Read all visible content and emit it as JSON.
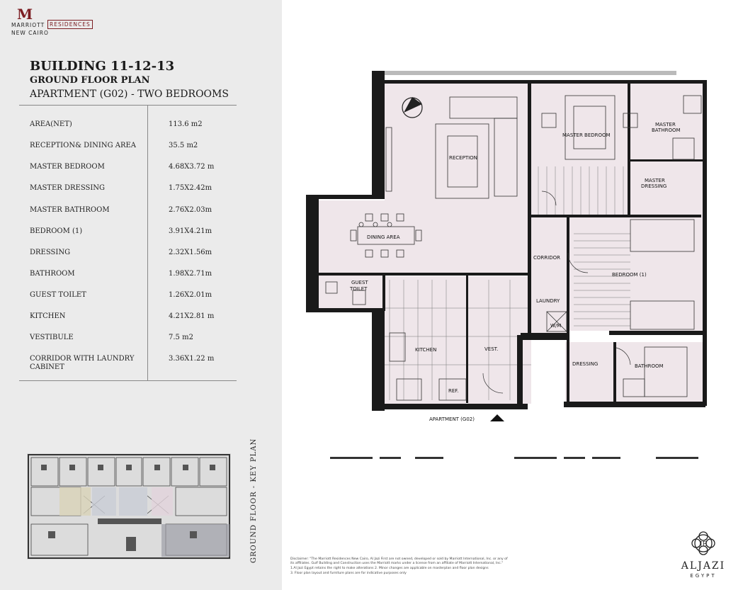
{
  "brand": {
    "logo_mark": "M",
    "brand_line": "MARRIOTT",
    "brand_box": "RESIDENCES",
    "city": "NEW CAIRO"
  },
  "heading": {
    "title": "BUILDING 11-12-13",
    "subtitle": "GROUND FLOOR PLAN",
    "apartment": "APARTMENT (G02) - TWO BEDROOMS"
  },
  "areas": [
    {
      "label": "AREA(NET)",
      "value": "113.6 m2"
    },
    {
      "label": "RECEPTION& DINING AREA",
      "value": "35.5 m2"
    },
    {
      "label": "MASTER BEDROOM",
      "value": "4.68X3.72 m"
    },
    {
      "label": "MASTER DRESSING",
      "value": "1.75X2.42m"
    },
    {
      "label": "MASTER BATHROOM",
      "value": "2.76X2.03m"
    },
    {
      "label": "BEDROOM (1)",
      "value": "3.91X4.21m"
    },
    {
      "label": "DRESSING",
      "value": "2.32X1.56m"
    },
    {
      "label": "BATHROOM",
      "value": "1.98X2.71m"
    },
    {
      "label": "GUEST TOILET",
      "value": "1.26X2.01m"
    },
    {
      "label": "KITCHEN",
      "value": "4.21X2.81 m"
    },
    {
      "label": "VESTIBULE",
      "value": "7.5 m2"
    },
    {
      "label": "CORRIDOR WITH LAUNDRY CABINET",
      "value": "3.36X1.22 m"
    }
  ],
  "key_plan_label": "GROUND FLOOR - KEY PLAN",
  "plan_labels": {
    "reception": "RECEPTION",
    "dining": "DINING  AREA",
    "master_bedroom": "MASTER BEDROOM",
    "master_bathroom_1": "MASTER",
    "master_bathroom_2": "BATHROOM",
    "master_dressing_1": "MASTER",
    "master_dressing_2": "DRESSING",
    "corridor": "CORRIDOR",
    "laundry": "LAUNDRY",
    "wm": "W/M",
    "bedroom1": "BEDROOM  (1)",
    "guest_toilet_1": "GUEST",
    "guest_toilet_2": "TOILET",
    "kitchen": "KITCHEN",
    "vestibule": "VEST.",
    "ref": "REF.",
    "dressing": "DRESSING",
    "bathroom": "BATHROOM",
    "apartment": "APARTMENT  (G02)"
  },
  "disclaimer": [
    "Disclaimer: \"The Marriott Residences New Cairo, Al Jazi First are not owned, developed or sold by Marriott International, Inc. or any of its affiliates. Gulf Building and Construction uses  the Marriott marks under a license from an affiliate of Marriott International, Inc.\"",
    "1.Al Jazi Egypt retains the right to make alterations  2. Minor changes are applicable on masterplan and floor plan designs",
    "3. Floor plan layout and furniture plans are for indicative purposes only"
  ],
  "developer": {
    "monogram": "JE",
    "name": "ALJAZI",
    "country": "EGYPT"
  },
  "colors": {
    "panel_bg": "#ebebeb",
    "wall": "#1a1a1a",
    "room_fill": "#efe6ea",
    "brand_red": "#7c1d22"
  }
}
